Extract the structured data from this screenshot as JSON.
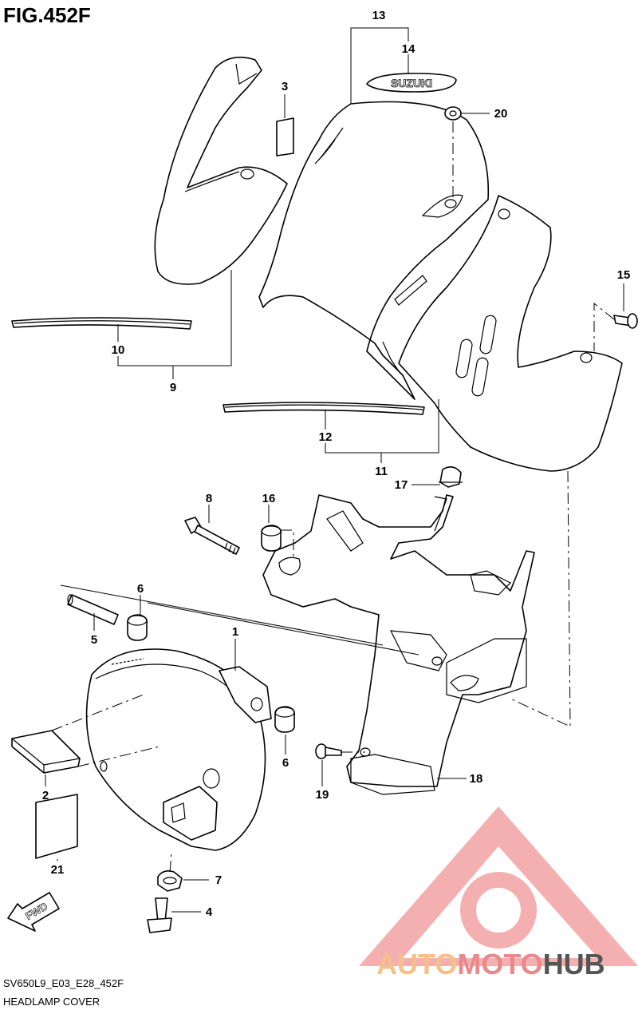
{
  "figure": {
    "title": "FIG.452F",
    "code": "SV650L9_E03_E28_452F",
    "name": "HEADLAMP COVER"
  },
  "emblem_text": "SUZUKI",
  "fwd_label": "FWD",
  "watermark": {
    "part1": "AUTO",
    "part2": "MOTO",
    "part3": "HUB",
    "color_light": "#f5c08a",
    "color_red": "#e88a8a",
    "color_dark": "#555555"
  },
  "callouts": {
    "c1": "1",
    "c2": "2",
    "c3": "3",
    "c4": "4",
    "c5": "5",
    "c6a": "6",
    "c6b": "6",
    "c7": "7",
    "c8": "8",
    "c9": "9",
    "c10": "10",
    "c11": "11",
    "c12": "12",
    "c13": "13",
    "c14": "14",
    "c15": "15",
    "c16": "16",
    "c17": "17",
    "c18": "18",
    "c19": "19",
    "c20": "20",
    "c21": "21"
  }
}
